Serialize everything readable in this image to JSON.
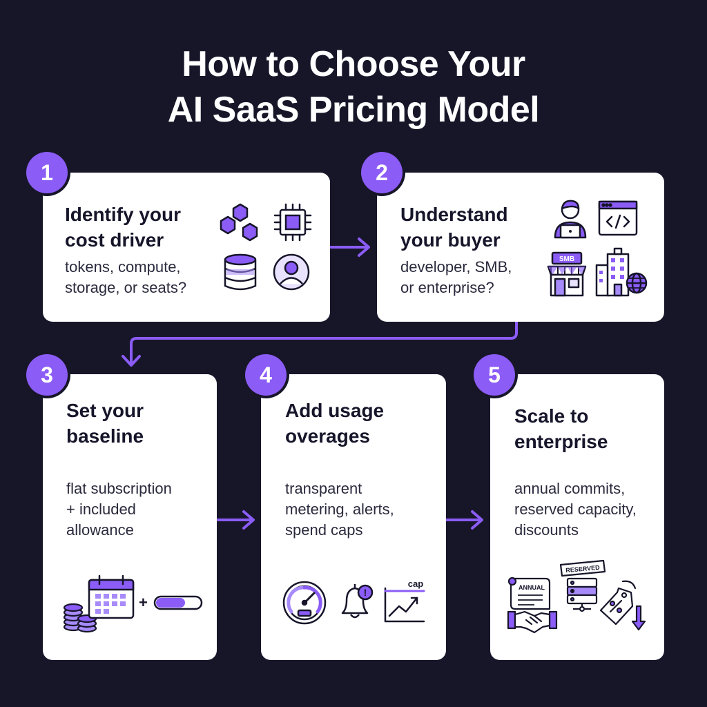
{
  "title": {
    "line1": "How to Choose Your",
    "line2": "AI SaaS Pricing Model"
  },
  "colors": {
    "background": "#171629",
    "accent": "#8b5cf6",
    "card": "#ffffff",
    "text_dark": "#16152a"
  },
  "steps": [
    {
      "number": "1",
      "title": [
        "Identify your",
        "cost driver"
      ],
      "description": [
        "tokens, compute,",
        "storage, or seats?"
      ],
      "icons": [
        "tokens-hexagons-icon",
        "cpu-chip-icon",
        "database-icon",
        "user-seat-icon"
      ]
    },
    {
      "number": "2",
      "title": [
        "Understand",
        "your buyer"
      ],
      "description": [
        "developer, SMB,",
        "or enterprise?"
      ],
      "icons": [
        "developer-laptop-icon",
        "code-window-icon",
        "smb-storefront-icon",
        "enterprise-building-icon"
      ],
      "store_sign": "SMB"
    },
    {
      "number": "3",
      "title": [
        "Set your",
        "baseline"
      ],
      "description": [
        "flat subscription",
        "+ included",
        "allowance"
      ],
      "icons": [
        "coin-stack-icon",
        "calendar-icon",
        "allowance-bar-icon"
      ],
      "plus": "+"
    },
    {
      "number": "4",
      "title": [
        "Add usage",
        "overages"
      ],
      "description": [
        "transparent",
        "metering, alerts,",
        "spend caps"
      ],
      "icons": [
        "speedometer-icon",
        "alert-bell-icon",
        "spend-cap-chart-icon"
      ],
      "cap_label": "cap"
    },
    {
      "number": "5",
      "title": [
        "Scale to",
        "enterprise"
      ],
      "description": [
        "annual commits,",
        "reserved capacity,",
        "discounts"
      ],
      "icons": [
        "annual-contract-icon",
        "handshake-icon",
        "reserved-server-icon",
        "discount-tag-icon"
      ],
      "annual_label": "ANNUAL",
      "reserved_label": "RESERVED"
    }
  ]
}
